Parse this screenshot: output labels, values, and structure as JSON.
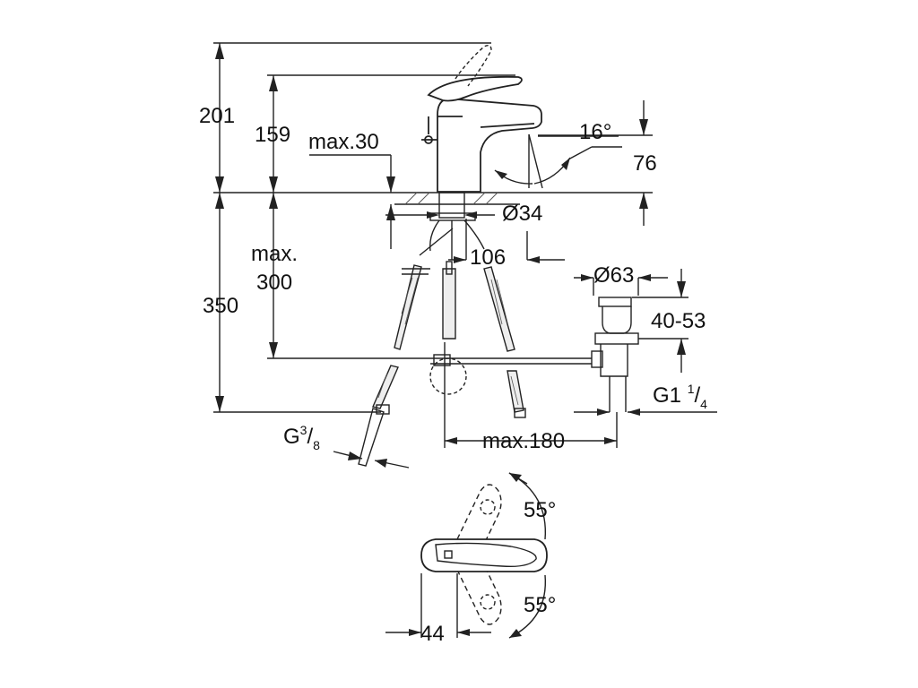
{
  "dimensions": {
    "d201": "201",
    "d159": "159",
    "max30": "max.30",
    "angle16": "16°",
    "d76": "76",
    "dia34": "Ø34",
    "max300_line1": "max.",
    "max300_line2": "300",
    "d106": "106",
    "dia63": "Ø63",
    "d350": "350",
    "range40_53": "40-53",
    "g1_base": "G1",
    "g1_num": "1",
    "g1_den": "4",
    "g38_base": "G",
    "g38_num": "3",
    "g38_den": "8",
    "max180": "max.180",
    "angle55_top": "55°",
    "angle55_bottom": "55°",
    "d44": "44"
  },
  "colors": {
    "line": "#222222",
    "hatch": "#555555",
    "text": "#111111"
  }
}
